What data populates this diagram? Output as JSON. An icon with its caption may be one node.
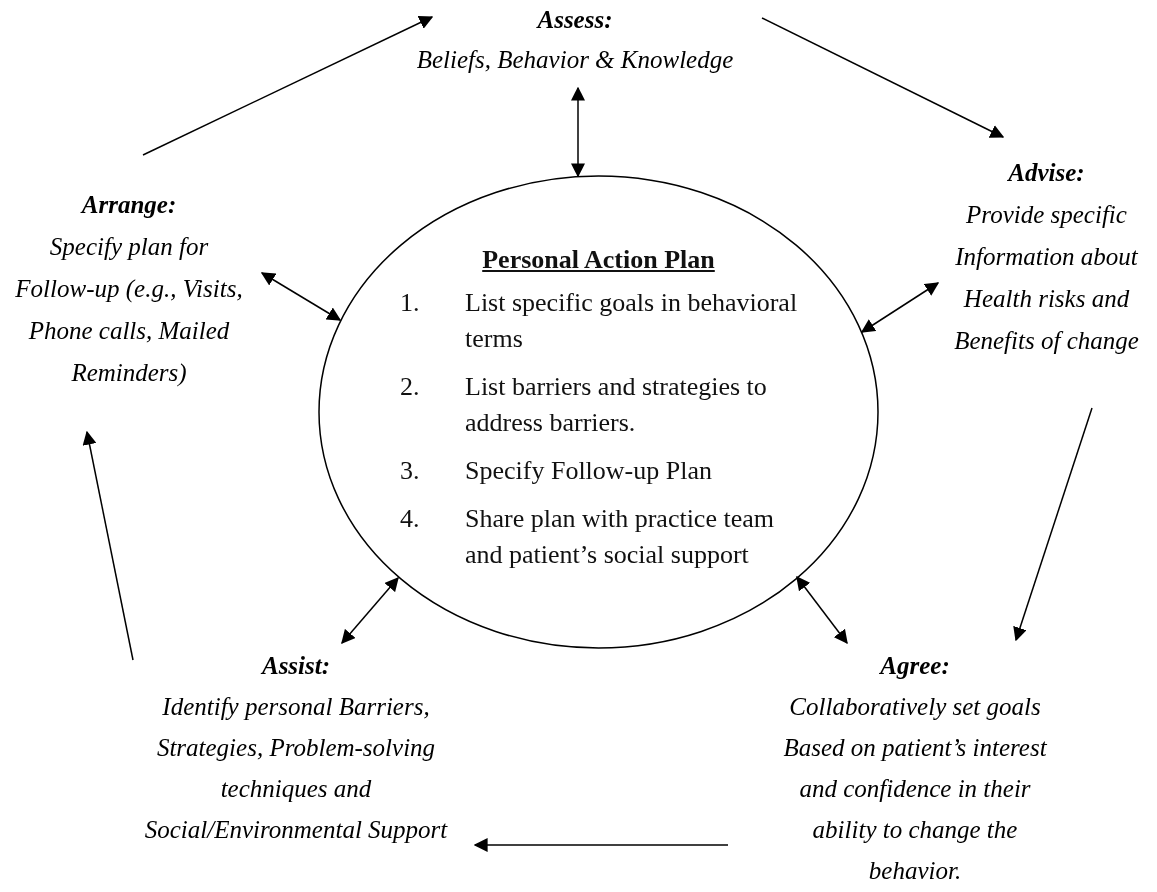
{
  "diagram": {
    "nodes": [
      {
        "text": [
          "Personal Action Plan",
          "1.",
          "List specific goals in behavioral terms",
          "2.",
          "List barriers and strategies to address barriers.",
          "3.",
          "Specify Follow-up Plan",
          "4.",
          "Share plan with practice team and patient’s social support"
        ]
      },
      {
        "text": [
          "Assess:",
          "Beliefs, Behavior & Knowledge"
        ]
      },
      {
        "text": [
          "Advise:",
          "Provide specific Information about Health risks and Benefits of change"
        ]
      },
      {
        "text": [
          "Agree:",
          "Collaboratively set goals Based on patient’s interest and confidence in their ability to change the behavior."
        ]
      },
      {
        "text": [
          "Assist:",
          "Identify personal Barriers, Strategies, Problem-solving techniques and Social/Environmental Support"
        ]
      },
      {
        "text": [
          "Arrange:",
          "Specify plan for Follow-up (e.g., Visits, Phone calls, Mailed Reminders)"
        ]
      }
    ],
    "edges": [
      {
        "from": 5,
        "to": 1,
        "arrow": "to"
      },
      {
        "from": 1,
        "to": 2,
        "arrow": "to"
      },
      {
        "from": 2,
        "to": 3,
        "arrow": "to"
      },
      {
        "from": 3,
        "to": 4,
        "arrow": "to"
      },
      {
        "from": 4,
        "to": 5,
        "arrow": "to"
      },
      {
        "from": 1,
        "to": 0,
        "arrow": "both"
      },
      {
        "from": 2,
        "to": 0,
        "arrow": "both"
      },
      {
        "from": 3,
        "to": 0,
        "arrow": "both"
      },
      {
        "from": 4,
        "to": 0,
        "arrow": "both"
      },
      {
        "from": 5,
        "to": 0,
        "arrow": "both"
      }
    ]
  }
}
